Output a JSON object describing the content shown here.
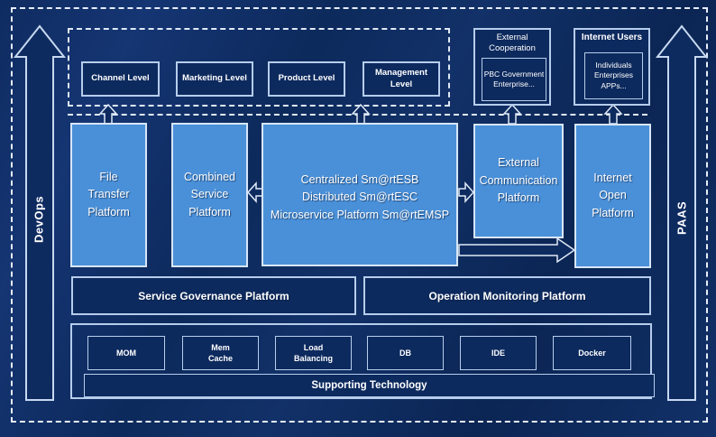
{
  "diagram": {
    "title_hint": "Enterprise service platform architecture",
    "side_rails": {
      "left_label": "DevOps",
      "right_label": "PAAS"
    },
    "channel_layer": {
      "levels": [
        {
          "label": "Channel Level"
        },
        {
          "label": "Marketing Level"
        },
        {
          "label": "Product Level"
        },
        {
          "label": "Management Level"
        }
      ],
      "external_cooperation": {
        "title": "External\nCooperation",
        "members": "PBC Government\nEnterprise..."
      },
      "internet_users": {
        "title": "Internet Users",
        "members": "Individuals\nEnterprises\nAPPs..."
      }
    },
    "platform_layer": {
      "file_transfer": "File\nTransfer\nPlatform",
      "combined_service": "Combined\nService\nPlatform",
      "esb_core": "Centralized Sm@rtESB\nDistributed Sm@rtESC\nMicroservice Platform Sm@rtEMSP",
      "external_communication": "External\nCommunication\nPlatform",
      "internet_open": "Internet\nOpen\nPlatform"
    },
    "management_layer": {
      "service_governance": "Service Governance Platform",
      "operation_monitoring": "Operation Monitoring Platform"
    },
    "technology_layer": {
      "items": [
        {
          "label": "MOM"
        },
        {
          "label": "Mem\nCache"
        },
        {
          "label": "Load\nBalancing"
        },
        {
          "label": "DB"
        },
        {
          "label": "IDE"
        },
        {
          "label": "Docker"
        }
      ],
      "caption": "Supporting Technology"
    },
    "colors": {
      "background": "#0e2b60",
      "platform_box": "#4a90d8",
      "border_light": "#d7e6f7",
      "border_mid": "#b6cdec",
      "dashed_line": "#dfe9f6",
      "text": "#ffffff"
    }
  }
}
